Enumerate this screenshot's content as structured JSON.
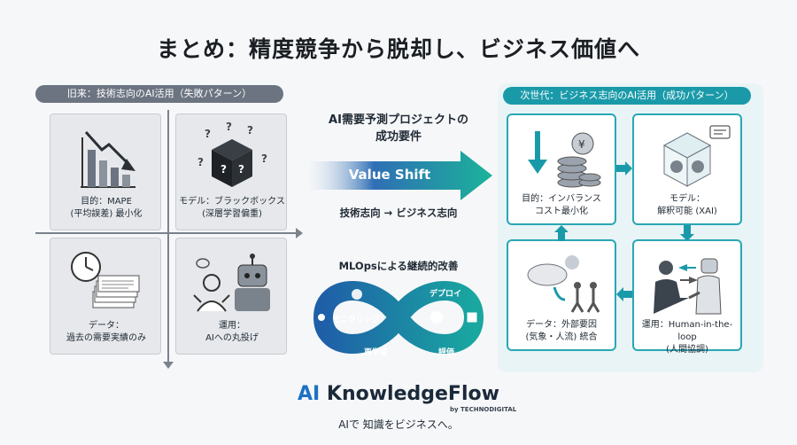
{
  "title": "まとめ：精度競争から脱却し、ビジネス価値へ",
  "left": {
    "header": "旧来：技術志向のAI活用（失敗パターン）",
    "quadrants": [
      {
        "label": "目的：MAPE\n(平均誤差) 最小化",
        "icon": "bar-chart-down-icon"
      },
      {
        "label": "モデル：ブラックボックス\n(深層学習偏重)",
        "icon": "black-box-icon"
      },
      {
        "label": "データ：\n過去の需要実績のみ",
        "icon": "clock-documents-icon"
      },
      {
        "label": "運用：\nAIへの丸投げ",
        "icon": "robot-shrug-icon"
      }
    ]
  },
  "center": {
    "title": "AI需要予測プロジェクトの\n成功要件",
    "value_shift": "Value Shift",
    "shift_caption": "技術志向 → ビジネス志向",
    "mlops_title": "MLOpsによる継続的改善",
    "mlops_labels": {
      "monitoring": "モニタリング",
      "deploy": "デプロイ",
      "retrain": "再学習",
      "evaluate": "評価"
    }
  },
  "right": {
    "header": "次世代：ビジネス志向のAI活用（成功パターン）",
    "boxes": [
      {
        "label": "目的：インバランス\nコスト最小化",
        "icon": "coin-stack-down-icon"
      },
      {
        "label": "モデル：\n解釈可能 (XAI)",
        "icon": "transparent-cube-gears-icon"
      },
      {
        "label": "データ：外部要因\n(気象・人流) 統合",
        "icon": "weather-people-icon"
      },
      {
        "label": "運用：Human-in-the-loop\n(人間協調)",
        "icon": "human-robot-handshake-icon"
      }
    ]
  },
  "footer": {
    "brand_ai": "AI",
    "brand_rest": " KnowledgeFlow",
    "brand_by": "by TECHNODIGITAL",
    "tagline": "AIで 知識をビジネスへ。"
  },
  "colors": {
    "teal": "#1a9aa9",
    "gray": "#6b7480",
    "blue": "#1c72c2"
  }
}
